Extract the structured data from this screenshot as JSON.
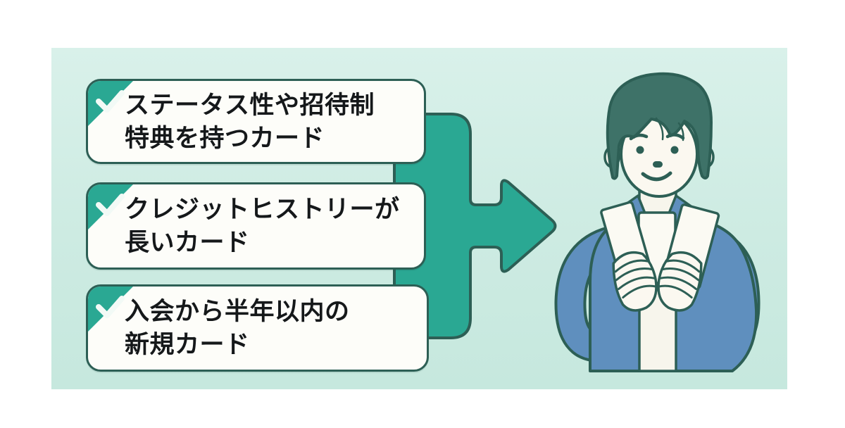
{
  "page": {
    "background": "#ffffff"
  },
  "panel": {
    "bg_top": "#d9f1ea",
    "bg_bottom": "#c6e8de"
  },
  "colors": {
    "accent_teal": "#2aa893",
    "outline_dark": "#2d5f55",
    "card_bg": "#fdfdf9",
    "card_border": "#2d5f55",
    "text": "#15181a",
    "check_white": "#f2faf6",
    "jacket_blue": "#5f8fbe",
    "hair_teal": "#3e7268",
    "skin": "#fbf8f0",
    "shirt_white": "#f7f5ec",
    "held_card_white": "#fbfaf3"
  },
  "checklist": {
    "items": [
      {
        "lines": [
          "ステータス性や招待制",
          "特典を持つカード"
        ]
      },
      {
        "lines": [
          "クレジットヒストリーが",
          "長いカード"
        ]
      },
      {
        "lines": [
          "入会から半年以内の",
          "新規カード"
        ]
      }
    ]
  },
  "arrow": {
    "direction": "right"
  },
  "illustration": {
    "subject": "man-holding-cards"
  }
}
